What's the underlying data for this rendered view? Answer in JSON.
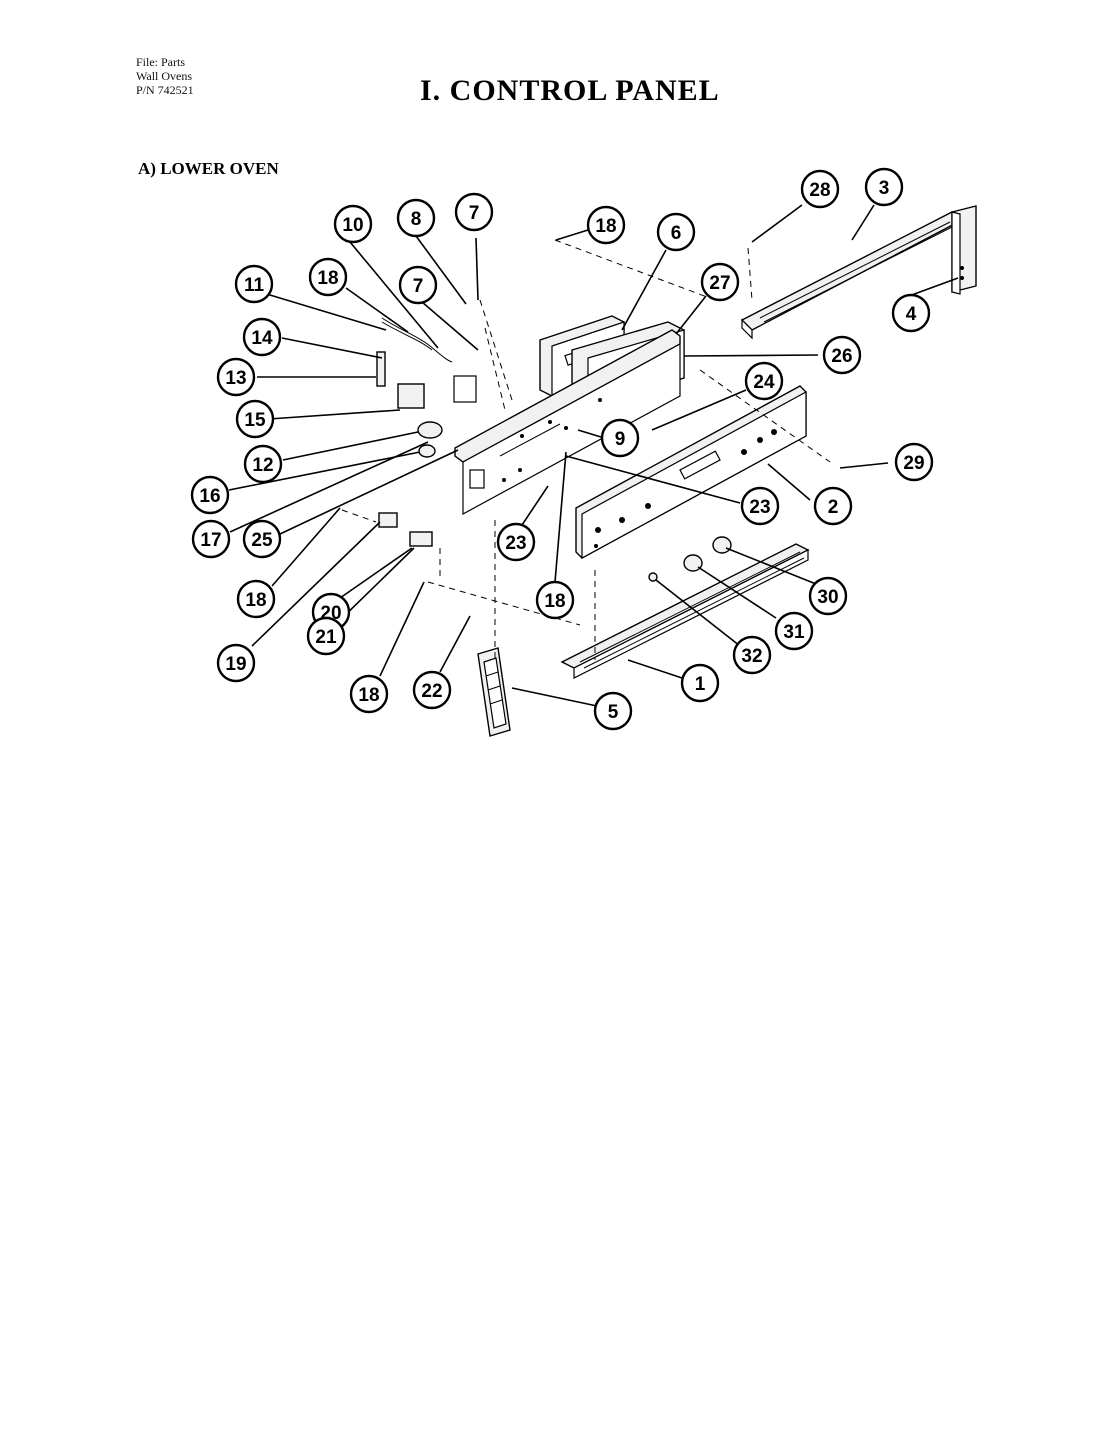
{
  "header": {
    "file_line": "File: Parts",
    "product_line": "Wall Ovens",
    "part_number_line": "P/N 742521",
    "title": "I. CONTROL PANEL"
  },
  "section": {
    "title": "A) LOWER OVEN"
  },
  "callouts": [
    {
      "id": "c28",
      "label": "28"
    },
    {
      "id": "c3",
      "label": "3"
    },
    {
      "id": "c10",
      "label": "10"
    },
    {
      "id": "c8",
      "label": "8"
    },
    {
      "id": "c7a",
      "label": "7"
    },
    {
      "id": "c18a",
      "label": "18"
    },
    {
      "id": "c6",
      "label": "6"
    },
    {
      "id": "c11",
      "label": "11"
    },
    {
      "id": "c18b",
      "label": "18"
    },
    {
      "id": "c7b",
      "label": "7"
    },
    {
      "id": "c27",
      "label": "27"
    },
    {
      "id": "c4",
      "label": "4"
    },
    {
      "id": "c14",
      "label": "14"
    },
    {
      "id": "c26",
      "label": "26"
    },
    {
      "id": "c13",
      "label": "13"
    },
    {
      "id": "c24",
      "label": "24"
    },
    {
      "id": "c15",
      "label": "15"
    },
    {
      "id": "c9",
      "label": "9"
    },
    {
      "id": "c12",
      "label": "12"
    },
    {
      "id": "c29",
      "label": "29"
    },
    {
      "id": "c16",
      "label": "16"
    },
    {
      "id": "c23a",
      "label": "23"
    },
    {
      "id": "c2",
      "label": "2"
    },
    {
      "id": "c17",
      "label": "17"
    },
    {
      "id": "c25",
      "label": "25"
    },
    {
      "id": "c23b",
      "label": "23"
    },
    {
      "id": "c30",
      "label": "30"
    },
    {
      "id": "c18c",
      "label": "18"
    },
    {
      "id": "c18d",
      "label": "18"
    },
    {
      "id": "c20",
      "label": "20"
    },
    {
      "id": "c31",
      "label": "31"
    },
    {
      "id": "c19",
      "label": "19"
    },
    {
      "id": "c21",
      "label": "21"
    },
    {
      "id": "c32",
      "label": "32"
    },
    {
      "id": "c1",
      "label": "1"
    },
    {
      "id": "c18e",
      "label": "18"
    },
    {
      "id": "c22",
      "label": "22"
    },
    {
      "id": "c5",
      "label": "5"
    }
  ]
}
